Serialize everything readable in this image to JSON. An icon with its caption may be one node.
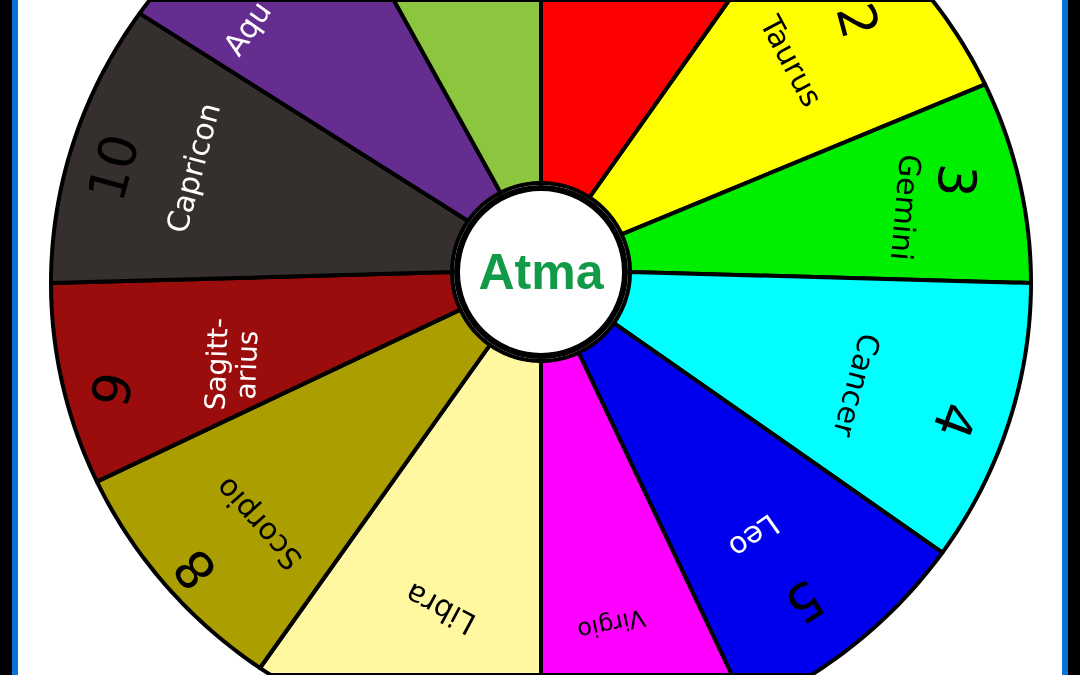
{
  "diagram": {
    "nodes": [
      {
        "text": [
          "Atma"
        ]
      },
      {
        "text": [],
        "shape": "wedge"
      },
      {
        "text": [
          "Taurus",
          "2"
        ]
      },
      {
        "text": [
          "Gemini",
          "3"
        ]
      },
      {
        "text": [
          "Cancer",
          "4"
        ]
      },
      {
        "text": [
          "Leo",
          "5"
        ]
      },
      {
        "text": [
          "Virgio"
        ]
      },
      {
        "text": [
          "Libra"
        ]
      },
      {
        "text": [
          "Scorpio",
          "8"
        ]
      },
      {
        "text": [
          "Sagitt- arius",
          "9"
        ]
      },
      {
        "text": [
          "Capricon",
          "10"
        ]
      },
      {
        "text": [
          "Aqu"
        ]
      },
      {
        "text": [],
        "shape": "wedge"
      }
    ]
  }
}
